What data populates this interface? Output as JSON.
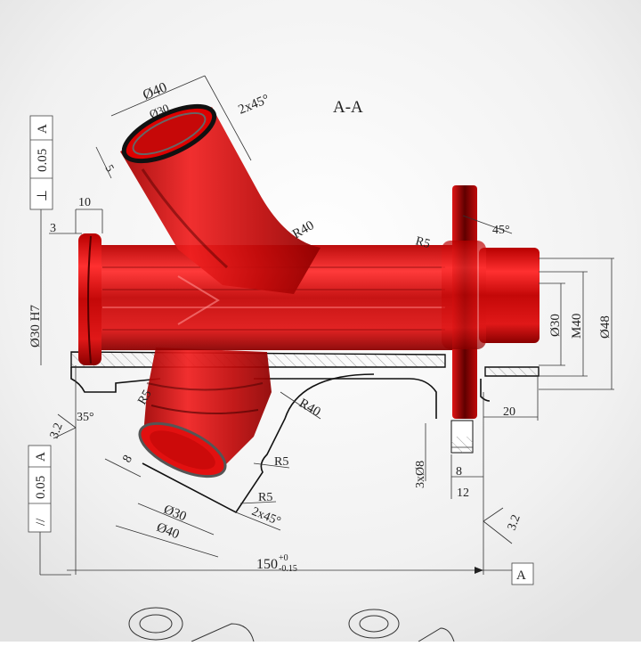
{
  "section_title": "A-A",
  "colors": {
    "part": "#d10c0c",
    "part_dark": "#7a0000",
    "line": "#222222"
  },
  "gdt": {
    "perpendicularity": {
      "symbol": "⊥",
      "tolerance": "0.05",
      "datum": "A"
    },
    "parallelism": {
      "symbol": "//",
      "tolerance": "0.05",
      "datum": "A"
    }
  },
  "datum_label": "A",
  "dimensions": {
    "top_outer_dia": "Ø40",
    "top_inner_dia": "Ø30",
    "top_chamfer": "2x45°",
    "top_wall": "5",
    "flange_width": "10",
    "flange_step": "3",
    "bore": "Ø30 H7",
    "radius_40_top": "R40",
    "radius_5_top": "R5",
    "angle_45": "45°",
    "right_inner_dia": "Ø30",
    "thread": "M40",
    "right_outer_dia": "Ø48",
    "length_20": "20",
    "holes": "3xØ8",
    "hole_8": "8",
    "flange_12": "12",
    "roughness_right": "3.2",
    "roughness_left": "3.2",
    "angle_35": "35°",
    "radius_5_lower": "R5",
    "radius_40_lower": "R40",
    "radius_5_a": "R5",
    "radius_5_b": "R5",
    "lower_chamfer": "2x45°",
    "lower_8": "8",
    "lower_inner_dia": "Ø30",
    "lower_outer_dia": "Ø40",
    "overall_length": "150",
    "overall_tol_upper": "+0",
    "overall_tol_lower": "-0.15"
  }
}
